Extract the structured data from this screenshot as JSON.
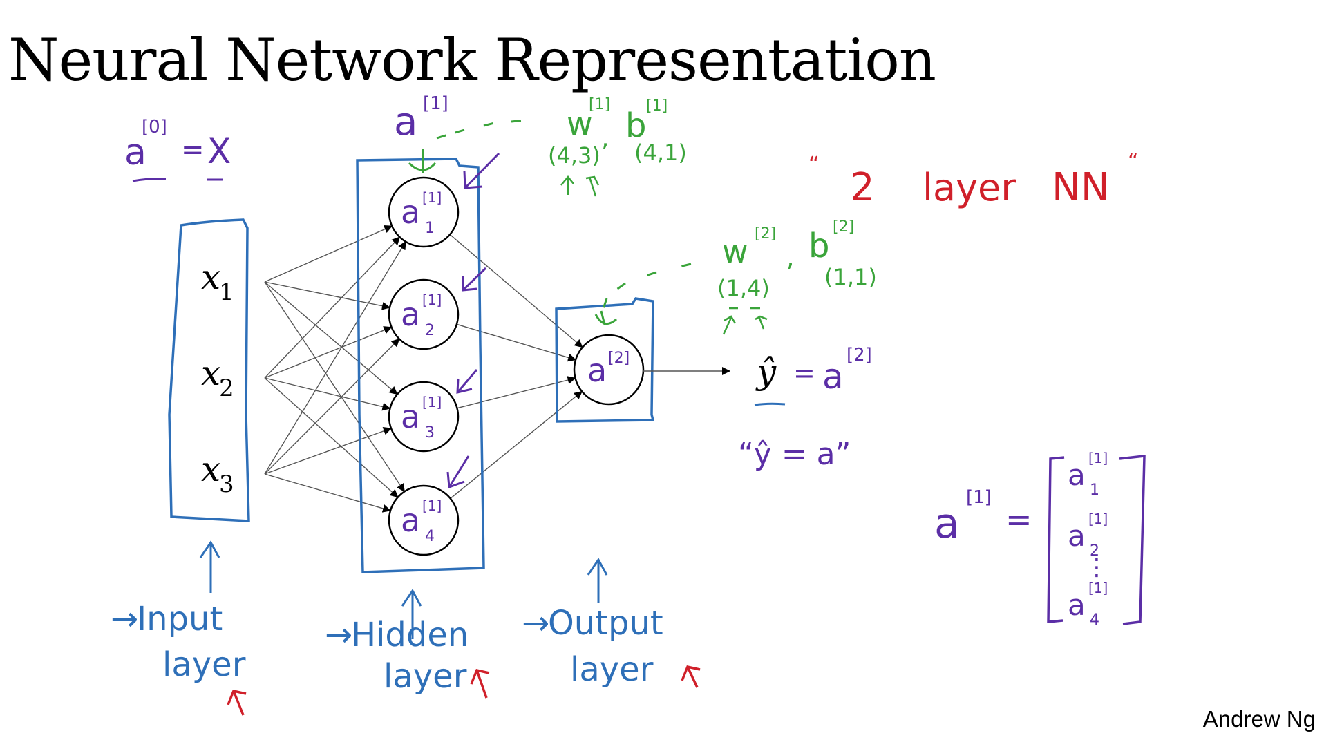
{
  "title": "Neural Network Representation",
  "credit": "Andrew Ng",
  "colors": {
    "ink": "#000000",
    "box": "#2e6fb8",
    "purple": "#5b2ea6",
    "green": "#3aa43a",
    "red": "#d0202a",
    "edge": "#555555"
  },
  "input_notation": {
    "lhs": "a",
    "sup": "[0]",
    "eq": "=",
    "rhs": "X"
  },
  "input_nodes": [
    {
      "base": "x",
      "sub": "1"
    },
    {
      "base": "x",
      "sub": "2"
    },
    {
      "base": "x",
      "sub": "3"
    }
  ],
  "hidden_label": {
    "base": "a",
    "sup": "[1]"
  },
  "hidden_nodes": [
    {
      "base": "a",
      "sup": "[1]",
      "sub": "1"
    },
    {
      "base": "a",
      "sup": "[1]",
      "sub": "2"
    },
    {
      "base": "a",
      "sup": "[1]",
      "sub": "3"
    },
    {
      "base": "a",
      "sup": "[1]",
      "sub": "4"
    }
  ],
  "output_node": {
    "base": "a",
    "sup": "[2]"
  },
  "layer1_params": {
    "w": "w",
    "w_sup": "[1]",
    "b": "b",
    "b_sup": "[1]",
    "comma": ",",
    "w_shape": "(4,3)",
    "b_shape": "(4,1)"
  },
  "layer2_params": {
    "w": "w",
    "w_sup": "[2]",
    "b": "b",
    "b_sup": "[2]",
    "comma": ",",
    "w_shape": "(1,4)",
    "b_shape": "(1,1)"
  },
  "output_eq": {
    "yhat": "ŷ",
    "eq": "=",
    "rhs": "a",
    "rhs_sup": "[2]"
  },
  "output_eq_quoted": "“ŷ = a”",
  "nn_note": "“2 layer NN”",
  "nn_note_parts": {
    "open": "“",
    "num": "2",
    "word": "layer",
    "nn": "NN",
    "close": "“"
  },
  "matrix": {
    "lhs": "a",
    "lhs_sup": "[1]",
    "eq": "=",
    "entries": [
      {
        "base": "a",
        "sup": "[1]",
        "sub": "1"
      },
      {
        "base": "a",
        "sup": "[1]",
        "sub": "2"
      },
      {
        "base": "a",
        "sup": "[1]",
        "sub": "4"
      }
    ],
    "ellipsis": "⋮"
  },
  "layer_labels": [
    {
      "arrow": "→",
      "line1": "Input",
      "line2": "layer"
    },
    {
      "arrow": "→",
      "line1": "Hidden",
      "line2": "layer"
    },
    {
      "arrow": "→",
      "line1": "Output",
      "line2": "layer"
    }
  ]
}
